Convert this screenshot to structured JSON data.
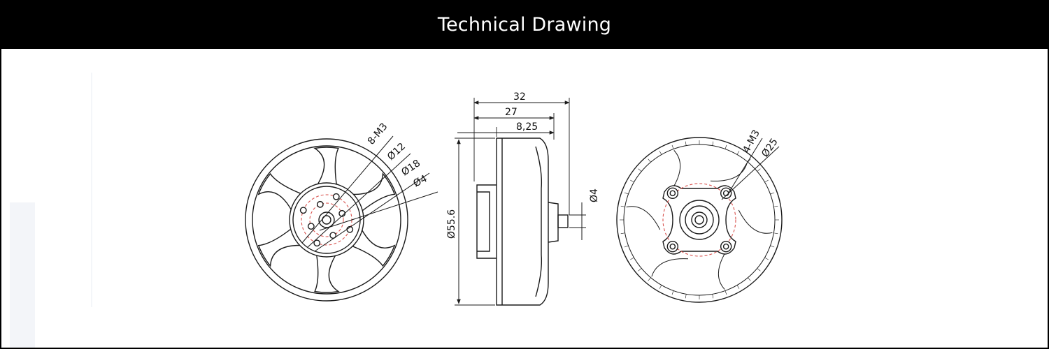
{
  "header": {
    "title": "Technical Drawing"
  },
  "colors": {
    "header_bg": "#000000",
    "line": "#1a1a1a",
    "hidden_circle": "#d9534f",
    "background": "#ffffff"
  },
  "front_view": {
    "holes_label": "8-M3",
    "dia_12_label": "Ø12",
    "dia_18_label": "Ø18",
    "dia_4_label": "Ø4",
    "spoke_count": 6,
    "hole_count": 8
  },
  "side_view": {
    "length_32_label": "32",
    "length_27_label": "27",
    "length_825_label": "8,25",
    "diameter_label": "Ø55.6",
    "shaft_label": "Ø4"
  },
  "rear_view": {
    "holes_label": "4-M3",
    "dia_25_label": "Ø25",
    "hole_count": 4
  }
}
